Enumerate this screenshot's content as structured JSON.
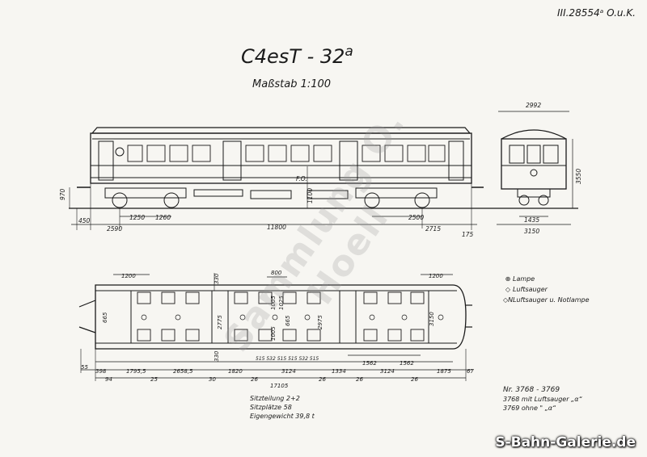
{
  "sheet": {
    "drawing_ref": "III.28554ᵃ O.u.K.",
    "title_main": "C4esT - 32",
    "title_sup": "a",
    "scale": "Maßstab 1:100"
  },
  "side_view": {
    "dims": {
      "height_floor": "970",
      "overhang_left": "450",
      "wheelbase_left": "2590",
      "axle_a": "1250",
      "axle_b": "1260",
      "length_total": "11800",
      "axle_c": "2500",
      "overhang_right": "2715",
      "coupler": "175",
      "height_mid": "1100",
      "center_mark": "F.O."
    }
  },
  "end_view": {
    "dims": {
      "roof_width": "2992",
      "height": "3550",
      "bogie_width": "1435",
      "body_width": "3150"
    }
  },
  "plan_view": {
    "dims": {
      "top_1200_left": "1200",
      "top_330": "330",
      "top_800": "800",
      "top_1200_right": "1200",
      "v_2775": "2775",
      "v_1025": "1025",
      "v_2975": "2975",
      "v_1005": "1005",
      "v_1005b": "1005",
      "v_665": "665",
      "v_665b": "665",
      "v_3150": "3150",
      "v_330": "330",
      "seats_515": "515 532 515 515 532 515",
      "d_1562a": "1562",
      "d_1562b": "1562",
      "b_55": "55",
      "b_398": "398",
      "b_1795": "1795,5",
      "b_2658": "2658,5",
      "b_1820": "1820",
      "b_3124a": "3124",
      "b_1334": "1334",
      "b_3124b": "3124",
      "b_1875": "1875",
      "b_67": "67",
      "c_94": "94",
      "c_25": "25",
      "c_30": "30",
      "c_26a": "26",
      "c_26b": "26",
      "c_26c": "26",
      "c_26d": "26",
      "length": "17105"
    }
  },
  "legend": [
    {
      "symbol": "⊕",
      "text": "Lampe"
    },
    {
      "symbol": "◇",
      "text": "Luftsauger"
    },
    {
      "symbol": "◇N",
      "text": "Luftsauger u. Notlampe"
    }
  ],
  "notes_left": [
    "Sitzteilung 2+2",
    "Sitzplätze 58",
    "Eigengewicht 39,8 t"
  ],
  "notes_right": [
    "Nr. 3768 - 3769",
    "3768 mit Luftsauger „α“",
    "3769 ohne    \"       „α“"
  ],
  "watermark": "Sammlung O. Hoell",
  "site_label": "S-Bahn-Galerie.de"
}
